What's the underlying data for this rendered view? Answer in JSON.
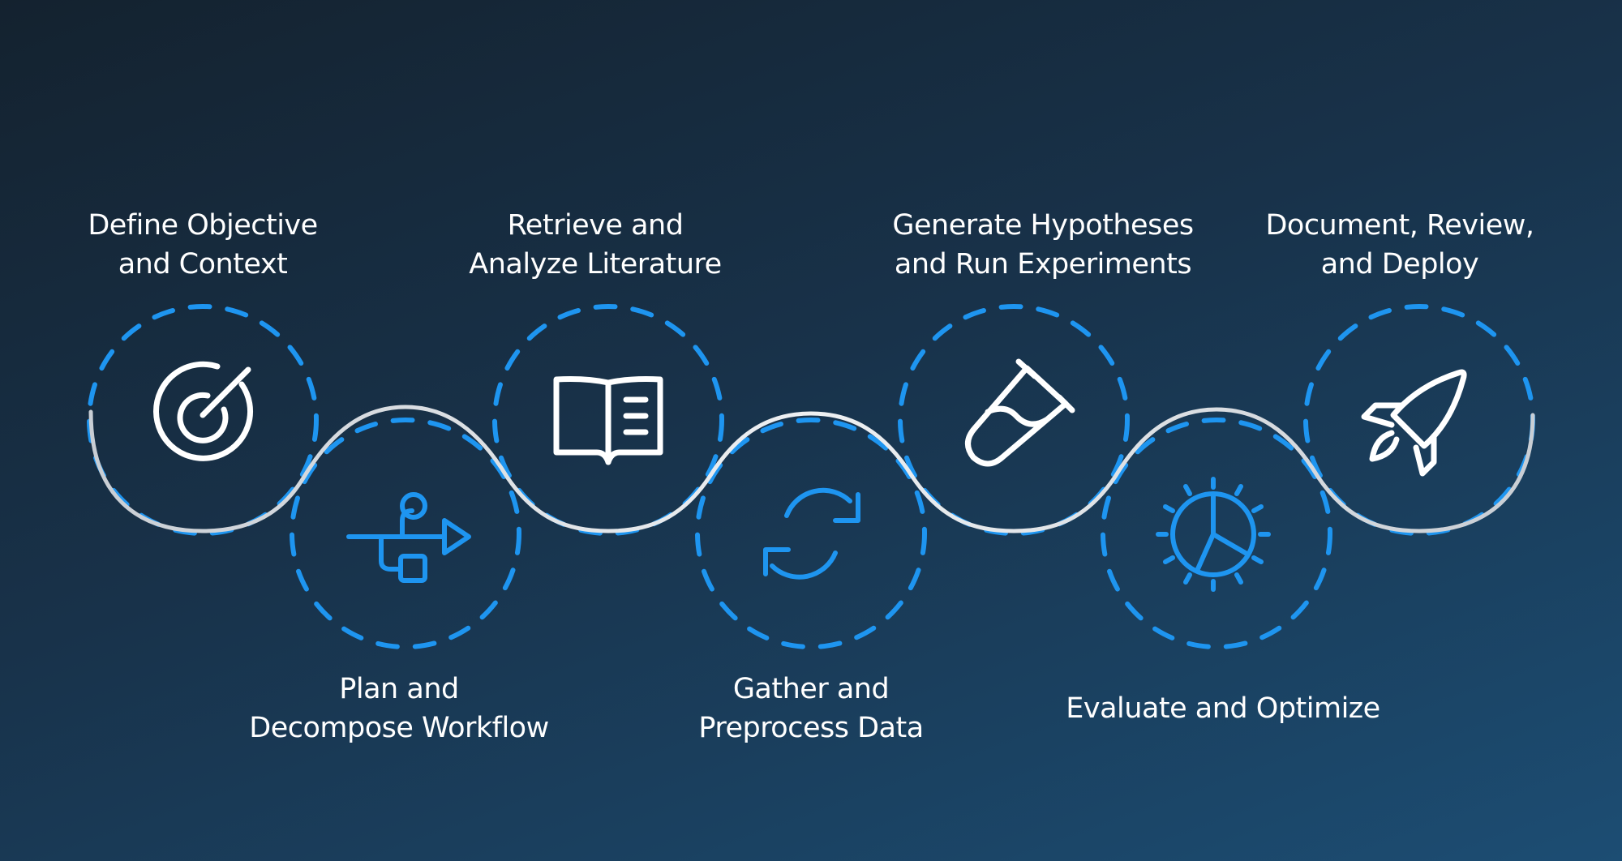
{
  "colors": {
    "accent": "#1e95f0",
    "path": "#d9dde2",
    "icon_white": "#ffffff",
    "icon_blue": "#1e95f0"
  },
  "steps": [
    {
      "line1": "Define Objective",
      "line2": "and Context",
      "icon": "target-icon"
    },
    {
      "line1": "Plan and",
      "line2": "Decompose Workflow",
      "icon": "usb-flow-icon"
    },
    {
      "line1": "Retrieve and",
      "line2": "Analyze Literature",
      "icon": "open-book-icon"
    },
    {
      "line1": "Gather and",
      "line2": "Preprocess Data",
      "icon": "refresh-icon"
    },
    {
      "line1": "Generate Hypotheses",
      "line2": "and Run Experiments",
      "icon": "test-tube-icon"
    },
    {
      "line1": "Evaluate and Optimize",
      "line2": "",
      "icon": "gear-chart-icon"
    },
    {
      "line1": "Document, Review,",
      "line2": "and Deploy",
      "icon": "rocket-icon"
    }
  ]
}
